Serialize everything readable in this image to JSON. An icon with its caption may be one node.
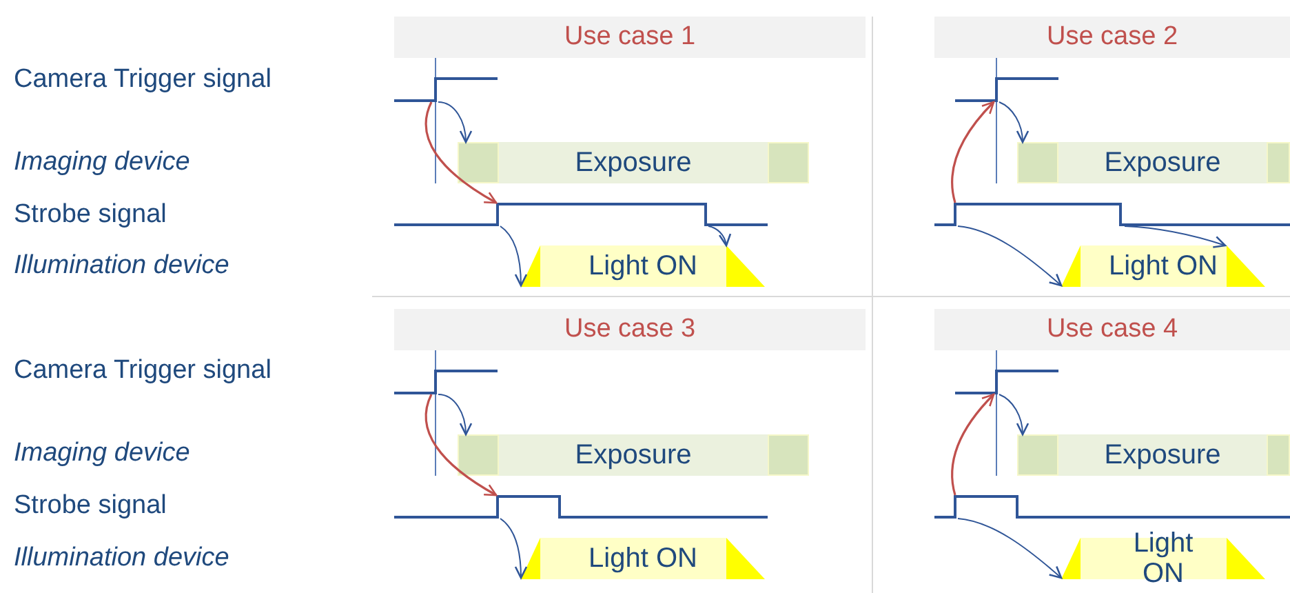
{
  "diagram": {
    "nodes": [
      {
        "text": [
          "Use case 1"
        ]
      },
      {
        "text": [],
        "shape": "waveform"
      },
      {
        "text": [
          "Exposure"
        ]
      },
      {
        "text": [],
        "shape": "waveform"
      },
      {
        "text": [
          "Light ON"
        ]
      },
      {
        "text": [
          "Use case 2"
        ]
      },
      {
        "text": [],
        "shape": "waveform"
      },
      {
        "text": [
          "Exposure"
        ]
      },
      {
        "text": [],
        "shape": "waveform"
      },
      {
        "text": [
          "Light ON"
        ]
      },
      {
        "text": [
          "Use case 3"
        ]
      },
      {
        "text": [],
        "shape": "waveform"
      },
      {
        "text": [
          "Exposure"
        ]
      },
      {
        "text": [],
        "shape": "waveform"
      },
      {
        "text": [
          "Light ON"
        ]
      },
      {
        "text": [
          "Use case 4"
        ]
      },
      {
        "text": [],
        "shape": "waveform"
      },
      {
        "text": [
          "Exposure"
        ]
      },
      {
        "text": [],
        "shape": "waveform"
      },
      {
        "text": [
          "Light ON"
        ]
      }
    ],
    "edges": [
      {
        "from": 1,
        "to": 2,
        "arrow": "to"
      },
      {
        "from": 1,
        "to": 3,
        "arrow": "to",
        "color": "#c0504d"
      },
      {
        "from": 3,
        "to": 4,
        "arrow": "to"
      },
      {
        "from": 3,
        "to": 4,
        "arrow": "to"
      },
      {
        "from": 6,
        "to": 7,
        "arrow": "to"
      },
      {
        "from": 8,
        "to": 6,
        "arrow": "to",
        "color": "#c0504d"
      },
      {
        "from": 8,
        "to": 9,
        "arrow": "to"
      },
      {
        "from": 8,
        "to": 9,
        "arrow": "to"
      },
      {
        "from": 11,
        "to": 12,
        "arrow": "to"
      },
      {
        "from": 11,
        "to": 13,
        "arrow": "to",
        "color": "#c0504d"
      },
      {
        "from": 13,
        "to": 14,
        "arrow": "to"
      },
      {
        "from": 16,
        "to": 17,
        "arrow": "to"
      },
      {
        "from": 18,
        "to": 16,
        "arrow": "to",
        "color": "#c0504d"
      },
      {
        "from": 18,
        "to": 19,
        "arrow": "to"
      }
    ],
    "labels": [
      "Camera Trigger signal",
      "Imaging device",
      "Strobe signal",
      "Illumination device",
      "Camera Trigger signal",
      "Imaging device",
      "Strobe signal",
      "Illumination device"
    ]
  }
}
